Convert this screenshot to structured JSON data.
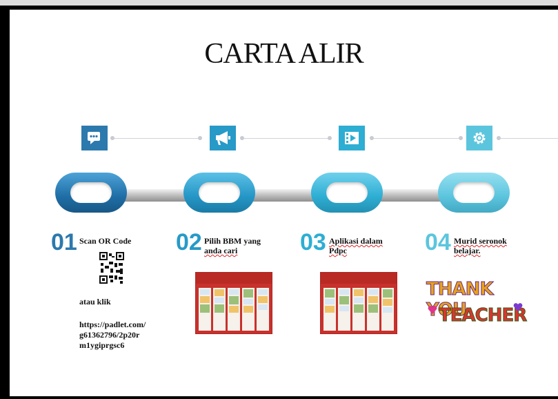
{
  "slide": {
    "title": "CARTA ALIR"
  },
  "steps": [
    {
      "number": "01",
      "text_line1": "Scan OR Code",
      "text_line2": "",
      "color": "#2c79ad",
      "icon": "chat-bubble-icon"
    },
    {
      "number": "02",
      "text_line1": "Pilih BBM yang",
      "text_line2": "anda cari",
      "color": "#279ac8",
      "icon": "megaphone-icon"
    },
    {
      "number": "03",
      "text_line1": "Aplikasi dalam",
      "text_line2": "Pdpc",
      "color": "#2eaed3",
      "icon": "video-play-icon"
    },
    {
      "number": "04",
      "text_line1": "Murid seronok",
      "text_line2": "belajar.",
      "color": "#5cc5de",
      "icon": "gear-icon"
    }
  ],
  "step1_extra": {
    "or_text": "atau klik",
    "url_line1": "https://padlet.com/",
    "url_line2": "g61362796/2p20r",
    "url_line3": "m1ygiprgsc6"
  },
  "thank_you": {
    "word1": "THANK YOU",
    "word2": "TEACHER"
  },
  "colors": {
    "dark_blue": "#2c79ad",
    "mid_blue": "#279ac8",
    "light_blue": "#2eaed3",
    "cyan": "#5cc5de",
    "thumb_red": "#c8312c"
  }
}
